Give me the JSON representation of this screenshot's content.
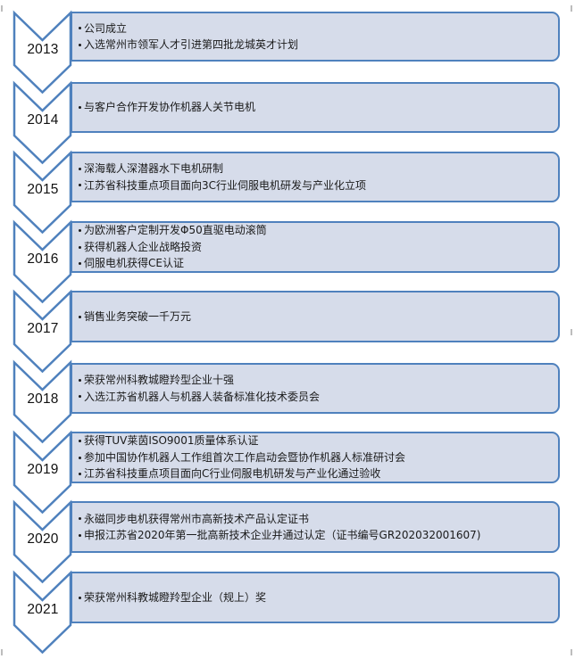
{
  "colors": {
    "border": "#4f81bd",
    "box_fill": "#d6dcea",
    "chevron_fill": "#ffffff",
    "text": "#1a1a1a"
  },
  "timeline": [
    {
      "year": "2013",
      "items": [
        "公司成立",
        "入选常州市领军人才引进第四批龙城英才计划"
      ]
    },
    {
      "year": "2014",
      "items": [
        "与客户合作开发协作机器人关节电机"
      ]
    },
    {
      "year": "2015",
      "items": [
        "深海载人深潜器水下电机研制",
        "江苏省科技重点项目面向3C行业伺服电机研发与产业化立项"
      ]
    },
    {
      "year": "2016",
      "items": [
        "为欧洲客户定制开发Φ50直驱电动滚筒",
        "获得机器人企业战略投资",
        "伺服电机获得CE认证"
      ]
    },
    {
      "year": "2017",
      "items": [
        "销售业务突破一千万元"
      ]
    },
    {
      "year": "2018",
      "items": [
        "荣获常州科教城瞪羚型企业十强",
        "入选江苏省机器人与机器人装备标准化技术委员会"
      ]
    },
    {
      "year": "2019",
      "items": [
        "获得TUV莱茵ISO9001质量体系认证",
        "参加中国协作机器人工作组首次工作启动会暨协作机器人标准研讨会",
        "江苏省科技重点项目面向C行业伺服电机研发与产业化通过验收"
      ]
    },
    {
      "year": "2020",
      "items": [
        "永磁同步电机获得常州市高新技术产品认定证书",
        "申报江苏省2020年第一批高新技术企业并通过认定（证书编号GR202032001607)"
      ]
    },
    {
      "year": "2021",
      "items": [
        "荣获常州科教城瞪羚型企业（规上）奖"
      ]
    }
  ]
}
